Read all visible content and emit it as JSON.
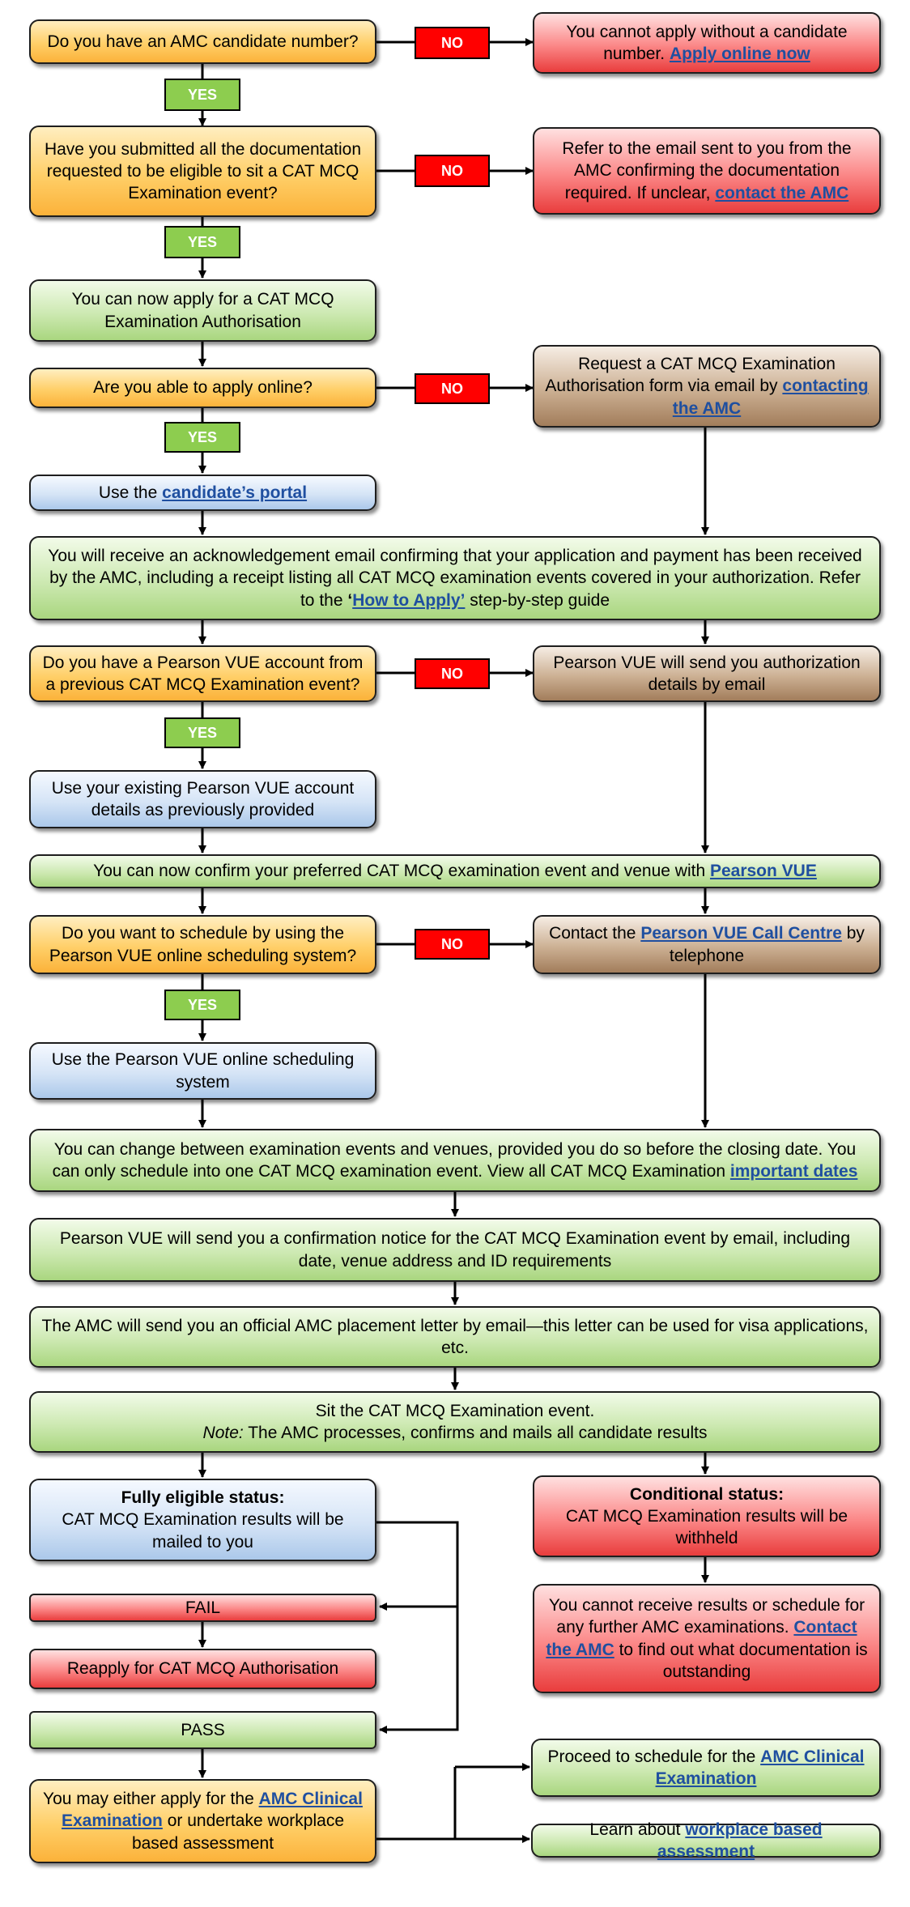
{
  "labels": {
    "yes": "YES",
    "no": "NO"
  },
  "nodes": {
    "q_candidate": {
      "text": "Do you have an AMC candidate number?"
    },
    "r_no_candidate": {
      "text": "You cannot apply without a candidate number. ",
      "link": "Apply online now"
    },
    "q_docs": {
      "text": "Have you submitted all the documentation requested to be eligible to sit a CAT MCQ Examination event?"
    },
    "r_refer_email": {
      "text": "Refer to the email sent to you from the AMC confirming the documentation required. If unclear, ",
      "link": "contact the AMC"
    },
    "s_can_apply": {
      "text": "You can now apply for a CAT MCQ Examination Authorisation"
    },
    "q_online": {
      "text": "Are you able to apply online?"
    },
    "r_request_form": {
      "text": "Request a CAT MCQ Examination Authorisation form via email by ",
      "link": "contacting the AMC"
    },
    "s_portal": {
      "pre": "Use the ",
      "link": "candidate’s portal"
    },
    "s_ack": {
      "text": "You will receive an acknowledgement email confirming that your application and payment has been received by the AMC, including a receipt listing all CAT MCQ examination events covered in your authorization. Refer to the ",
      "link_pre": "‘",
      "link": "How to Apply’",
      "post": " step-by-step guide"
    },
    "q_pearson_acct": {
      "text": "Do you have a Pearson VUE account from a previous CAT MCQ Examination event?"
    },
    "r_pearson_send": {
      "text": "Pearson VUE will send you authorization details by email"
    },
    "s_existing_acct": {
      "text": "Use your existing Pearson VUE account details as previously provided"
    },
    "s_confirm_event": {
      "text": "You can now confirm your preferred CAT MCQ examination event and venue with ",
      "link": "Pearson VUE"
    },
    "q_schedule_online": {
      "text": "Do you want to schedule by using the Pearson VUE online scheduling system?"
    },
    "r_call_centre": {
      "pre": "Contact the ",
      "link": "Pearson VUE Call Centre",
      "post": " by telephone"
    },
    "s_use_online": {
      "text": "Use the Pearson VUE online scheduling system"
    },
    "s_change_events": {
      "text": "You can change between examination events and venues, provided you do so before the closing date.  You can only schedule into one CAT MCQ examination event.  View all CAT MCQ Examination ",
      "link": "important dates"
    },
    "s_confirmation_notice": {
      "text": "Pearson VUE will send you a confirmation notice for the CAT MCQ Examination event by email, including date, venue address and ID requirements"
    },
    "s_placement_letter": {
      "text": "The AMC will send you an official AMC placement letter by email—this letter can be used for visa applications, etc."
    },
    "s_sit": {
      "line1": "Sit the CAT MCQ Examination event.",
      "note_label": "Note:",
      "line2": "  The AMC processes, confirms and mails all candidate results"
    },
    "s_fully_eligible": {
      "title": "Fully eligible status:",
      "text": "CAT MCQ Examination results will be mailed to you"
    },
    "s_conditional": {
      "title": "Conditional status:",
      "text": "CAT MCQ Examination results will be withheld"
    },
    "s_fail": {
      "text": "FAIL"
    },
    "s_reapply": {
      "text": "Reapply for CAT MCQ Authorisation"
    },
    "r_cannot_receive": {
      "text": "You cannot receive results or schedule for any further AMC examinations. ",
      "link": "Contact the AMC",
      "post": " to find out what documentation is outstanding"
    },
    "s_pass": {
      "text": "PASS"
    },
    "s_either": {
      "text": "You may either apply for the ",
      "link": "AMC Clinical Examination",
      "post": " or undertake workplace based assessment"
    },
    "s_proceed_clinical": {
      "text": "Proceed to schedule for the ",
      "link": "AMC Clinical Examination"
    },
    "s_learn_wba": {
      "text": "Learn about ",
      "link": "workplace based assessment"
    }
  },
  "colors": {
    "question": "#fbb23a",
    "step": "#a9d67f",
    "action": "#abc8ea",
    "negative": "#e93d3d",
    "contact": "#a27d5b",
    "no_tag": "#ff0000",
    "yes_tag": "#8dcd4f",
    "link": "#1f4fa0"
  }
}
